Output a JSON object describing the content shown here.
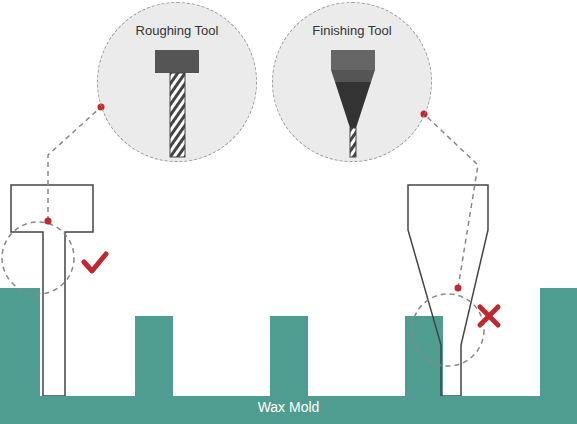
{
  "diagram": {
    "nodes": [
      {
        "text": [
          "Roughing Tool"
        ]
      },
      {
        "text": [
          "Finishing Tool"
        ]
      },
      {
        "text": [
          "Wax Mold"
        ]
      }
    ]
  }
}
